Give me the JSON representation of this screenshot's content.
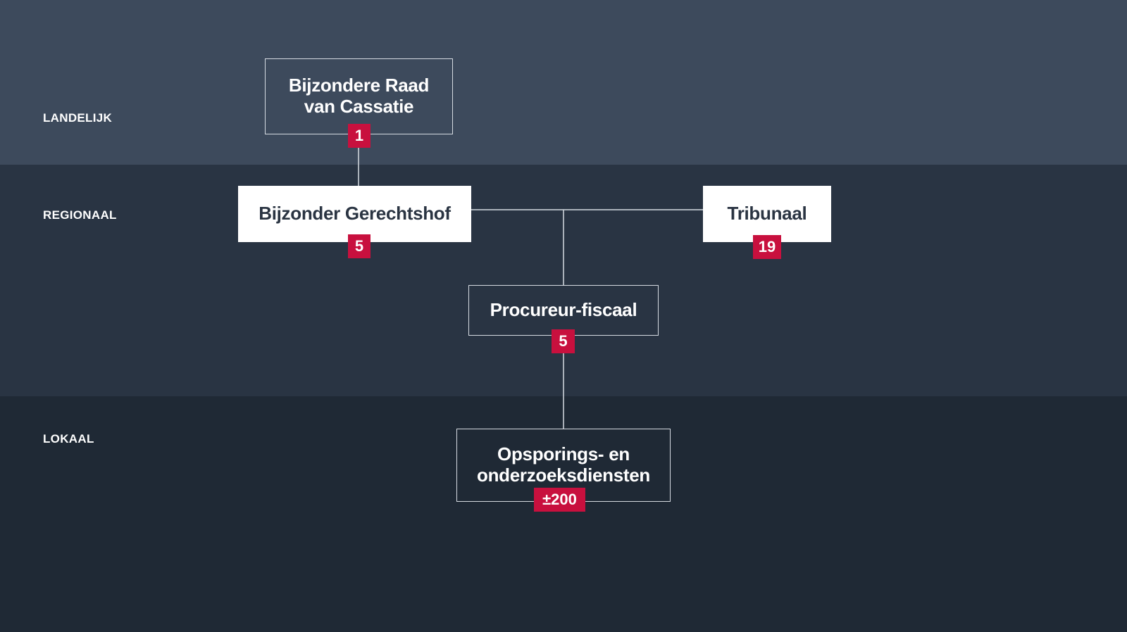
{
  "levels": {
    "national": "LANDELIJK",
    "regional": "REGIONAAL",
    "local": "LOKAAL"
  },
  "nodes": {
    "cassatie": {
      "title": "Bijzondere Raad\nvan Cassatie",
      "count": "1"
    },
    "gerechtshof": {
      "title": "Bijzonder Gerechtshof",
      "count": "5"
    },
    "tribunaal": {
      "title": "Tribunaal",
      "count": "19"
    },
    "procureur": {
      "title": "Procureur-fiscaal",
      "count": "5"
    },
    "diensten": {
      "title": "Opsporings- en\nonderzoeksdiensten",
      "count": "±200"
    }
  },
  "colors": {
    "band_national": "#3d4a5c",
    "band_regional": "#293443",
    "band_local": "#1f2935",
    "badge": "#c8103e",
    "connector": "#d6dbe2"
  }
}
